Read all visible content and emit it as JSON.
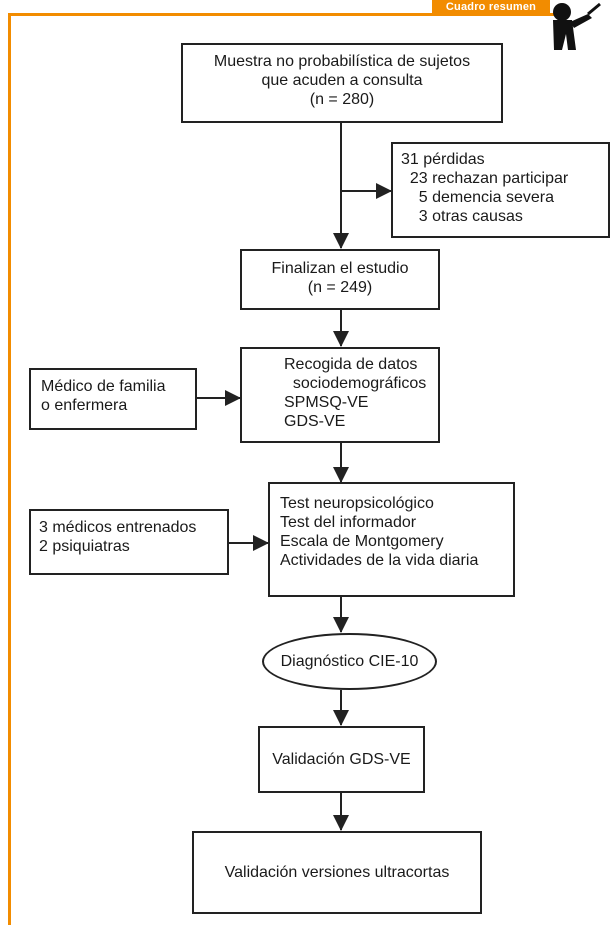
{
  "header": {
    "tab_label": "Cuadro resumen"
  },
  "colors": {
    "accent": "#f28c00",
    "stroke": "#222222"
  },
  "nodes": {
    "sample": {
      "lines": [
        "Muestra no probabilística de sujetos",
        "que acuden a consulta",
        "(n = 280)"
      ]
    },
    "losses": {
      "lines": [
        "31 pérdidas",
        "  23 rechazan participar",
        "    5 demencia severa",
        "    3 otras causas"
      ]
    },
    "finish": {
      "lines": [
        "Finalizan el estudio",
        "(n = 249)"
      ]
    },
    "data_collection": {
      "lines": [
        "Recogida de datos",
        "  sociodemográficos",
        "SPMSQ-VE",
        "GDS-VE"
      ]
    },
    "gp": {
      "lines": [
        "Médico de familia",
        "o enfermera"
      ]
    },
    "tests": {
      "lines": [
        "Test neuropsicológico",
        "Test del informador",
        "Escala de Montgomery",
        "Actividades de la vida diaria"
      ]
    },
    "doctors": {
      "lines": [
        "3 médicos entrenados",
        "2 psiquiatras"
      ]
    },
    "diagnosis": {
      "label": "Diagnóstico CIE-10"
    },
    "validation": {
      "label": "Validación GDS-VE"
    },
    "ultrashort": {
      "label": "Validación versiones ultracortas"
    }
  }
}
